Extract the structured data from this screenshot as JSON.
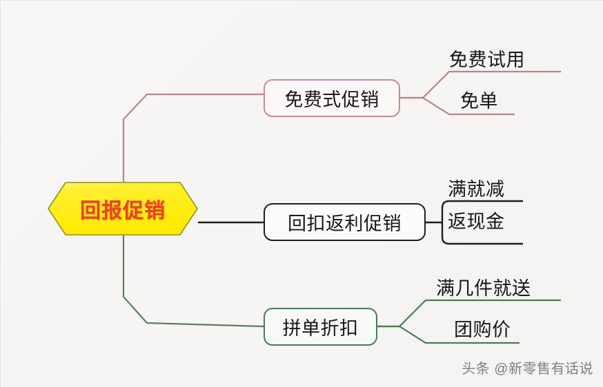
{
  "diagram": {
    "type": "mind-map",
    "root": {
      "label": "回报促销",
      "shape": "hexagon",
      "fill": "#ffee00",
      "text_color": "#e8431b",
      "border_color": "#8a8a18"
    },
    "branches": [
      {
        "label": "免费式促销",
        "accent": "#c48a92",
        "connector_style": "fan",
        "leaves": [
          {
            "label": "免费试用"
          },
          {
            "label": "免单"
          }
        ]
      },
      {
        "label": "回扣返利促销",
        "accent": "#1d1d20",
        "connector_style": "bracket",
        "leaves": [
          {
            "label": "满就减"
          },
          {
            "label": "返现金"
          }
        ]
      },
      {
        "label": "拼单折扣",
        "accent": "#4b7a55",
        "connector_style": "fan",
        "leaves": [
          {
            "label": "满几件就送"
          },
          {
            "label": "团购价"
          }
        ]
      }
    ]
  },
  "watermark": {
    "text": "头条 @新零售有话说"
  }
}
